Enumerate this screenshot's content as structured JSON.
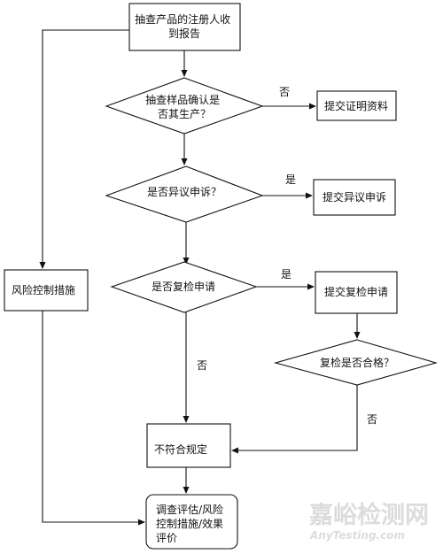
{
  "nodes": {
    "start": [
      "抽查产品的注册人收",
      "到报告"
    ],
    "d_confirm": [
      "抽查样品确认是",
      "否其生产？"
    ],
    "proof": [
      "提交证明资料"
    ],
    "d_objection": [
      "是否异议申诉？"
    ],
    "objection": [
      "提交异议申诉"
    ],
    "d_recheck": [
      "是否复检申请"
    ],
    "recheck": [
      "提交复检申请"
    ],
    "d_pass": [
      "复检是否合格？"
    ],
    "noncompliant": [
      "不符合规定"
    ],
    "risk": [
      "风险控制措施"
    ],
    "final": [
      "调查评估/风险",
      "控制措施/效果",
      "评价"
    ]
  },
  "edge_labels": {
    "no_confirm": "否",
    "yes_objection": "是",
    "yes_recheck": "是",
    "no_recheck": "否",
    "no_pass": "否"
  },
  "watermark": {
    "cn": "嘉峪检测网",
    "en": "AnyTesting.com"
  }
}
